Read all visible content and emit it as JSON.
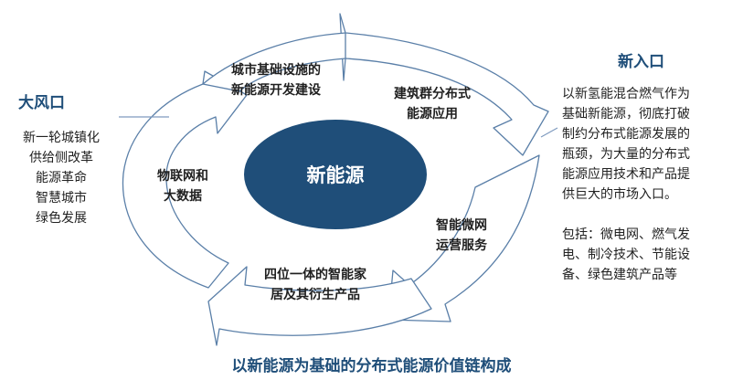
{
  "center": {
    "label": "新能源"
  },
  "segments": {
    "top": [
      "城市基础设施的",
      "新能源开发建设"
    ],
    "top_right": [
      "建筑群分布式",
      "能源应用"
    ],
    "right": [
      "智能微网",
      "运营服务"
    ],
    "bottom": [
      "四位一体的智能家",
      "居及其衍生产品"
    ],
    "left": [
      "物联网和",
      "大数据"
    ]
  },
  "left_panel": {
    "heading": "大风口",
    "lines": [
      "新一轮城镇化",
      "供给侧改革",
      "能源革命",
      "智慧城市",
      "绿色发展"
    ]
  },
  "right_panel": {
    "heading": "新入口",
    "lines": [
      "以新氢能混合燃气作为",
      "基础新能源，彻底打破",
      "制约分布式能源发展的",
      "瓶颈，为大量的分布式",
      "能源应用技术和产品提",
      "供巨大的市场入口。"
    ],
    "lines2": [
      "包括：微电网、燃气发",
      "电、制冷技术、节能设",
      "备、绿色建筑产品等"
    ]
  },
  "caption": "以新能源为基础的分布式能源价值链构成",
  "colors": {
    "center_fill": "#1f4e79",
    "heading": "#1f4e79",
    "stroke": "#5a7fa8"
  }
}
